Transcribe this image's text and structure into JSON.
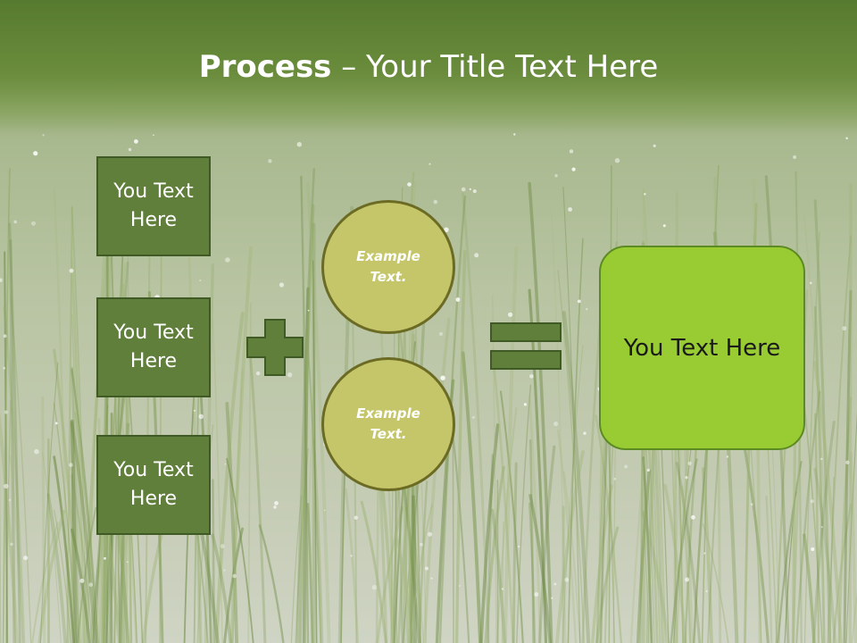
{
  "slide": {
    "title_bold": "Process",
    "title_rest": " – Your Title Text Here"
  },
  "inputs": [
    {
      "label": "You Text Here"
    },
    {
      "label": "You Text Here"
    },
    {
      "label": "You Text Here"
    }
  ],
  "circles": [
    {
      "label": "Example Text."
    },
    {
      "label": "Example Text."
    }
  ],
  "result": {
    "label": "You Text Here"
  },
  "colors": {
    "title_band": "#6a8c3c",
    "box_fill": "#5f7f3a",
    "box_border": "#3f5a24",
    "circle_fill": "#c5c66a",
    "circle_border": "#6b6b24",
    "result_fill": "#99cc33",
    "operator_fill": "#5f7f3a"
  },
  "icons": {
    "plus": "plus-icon",
    "equals": "equals-icon"
  }
}
